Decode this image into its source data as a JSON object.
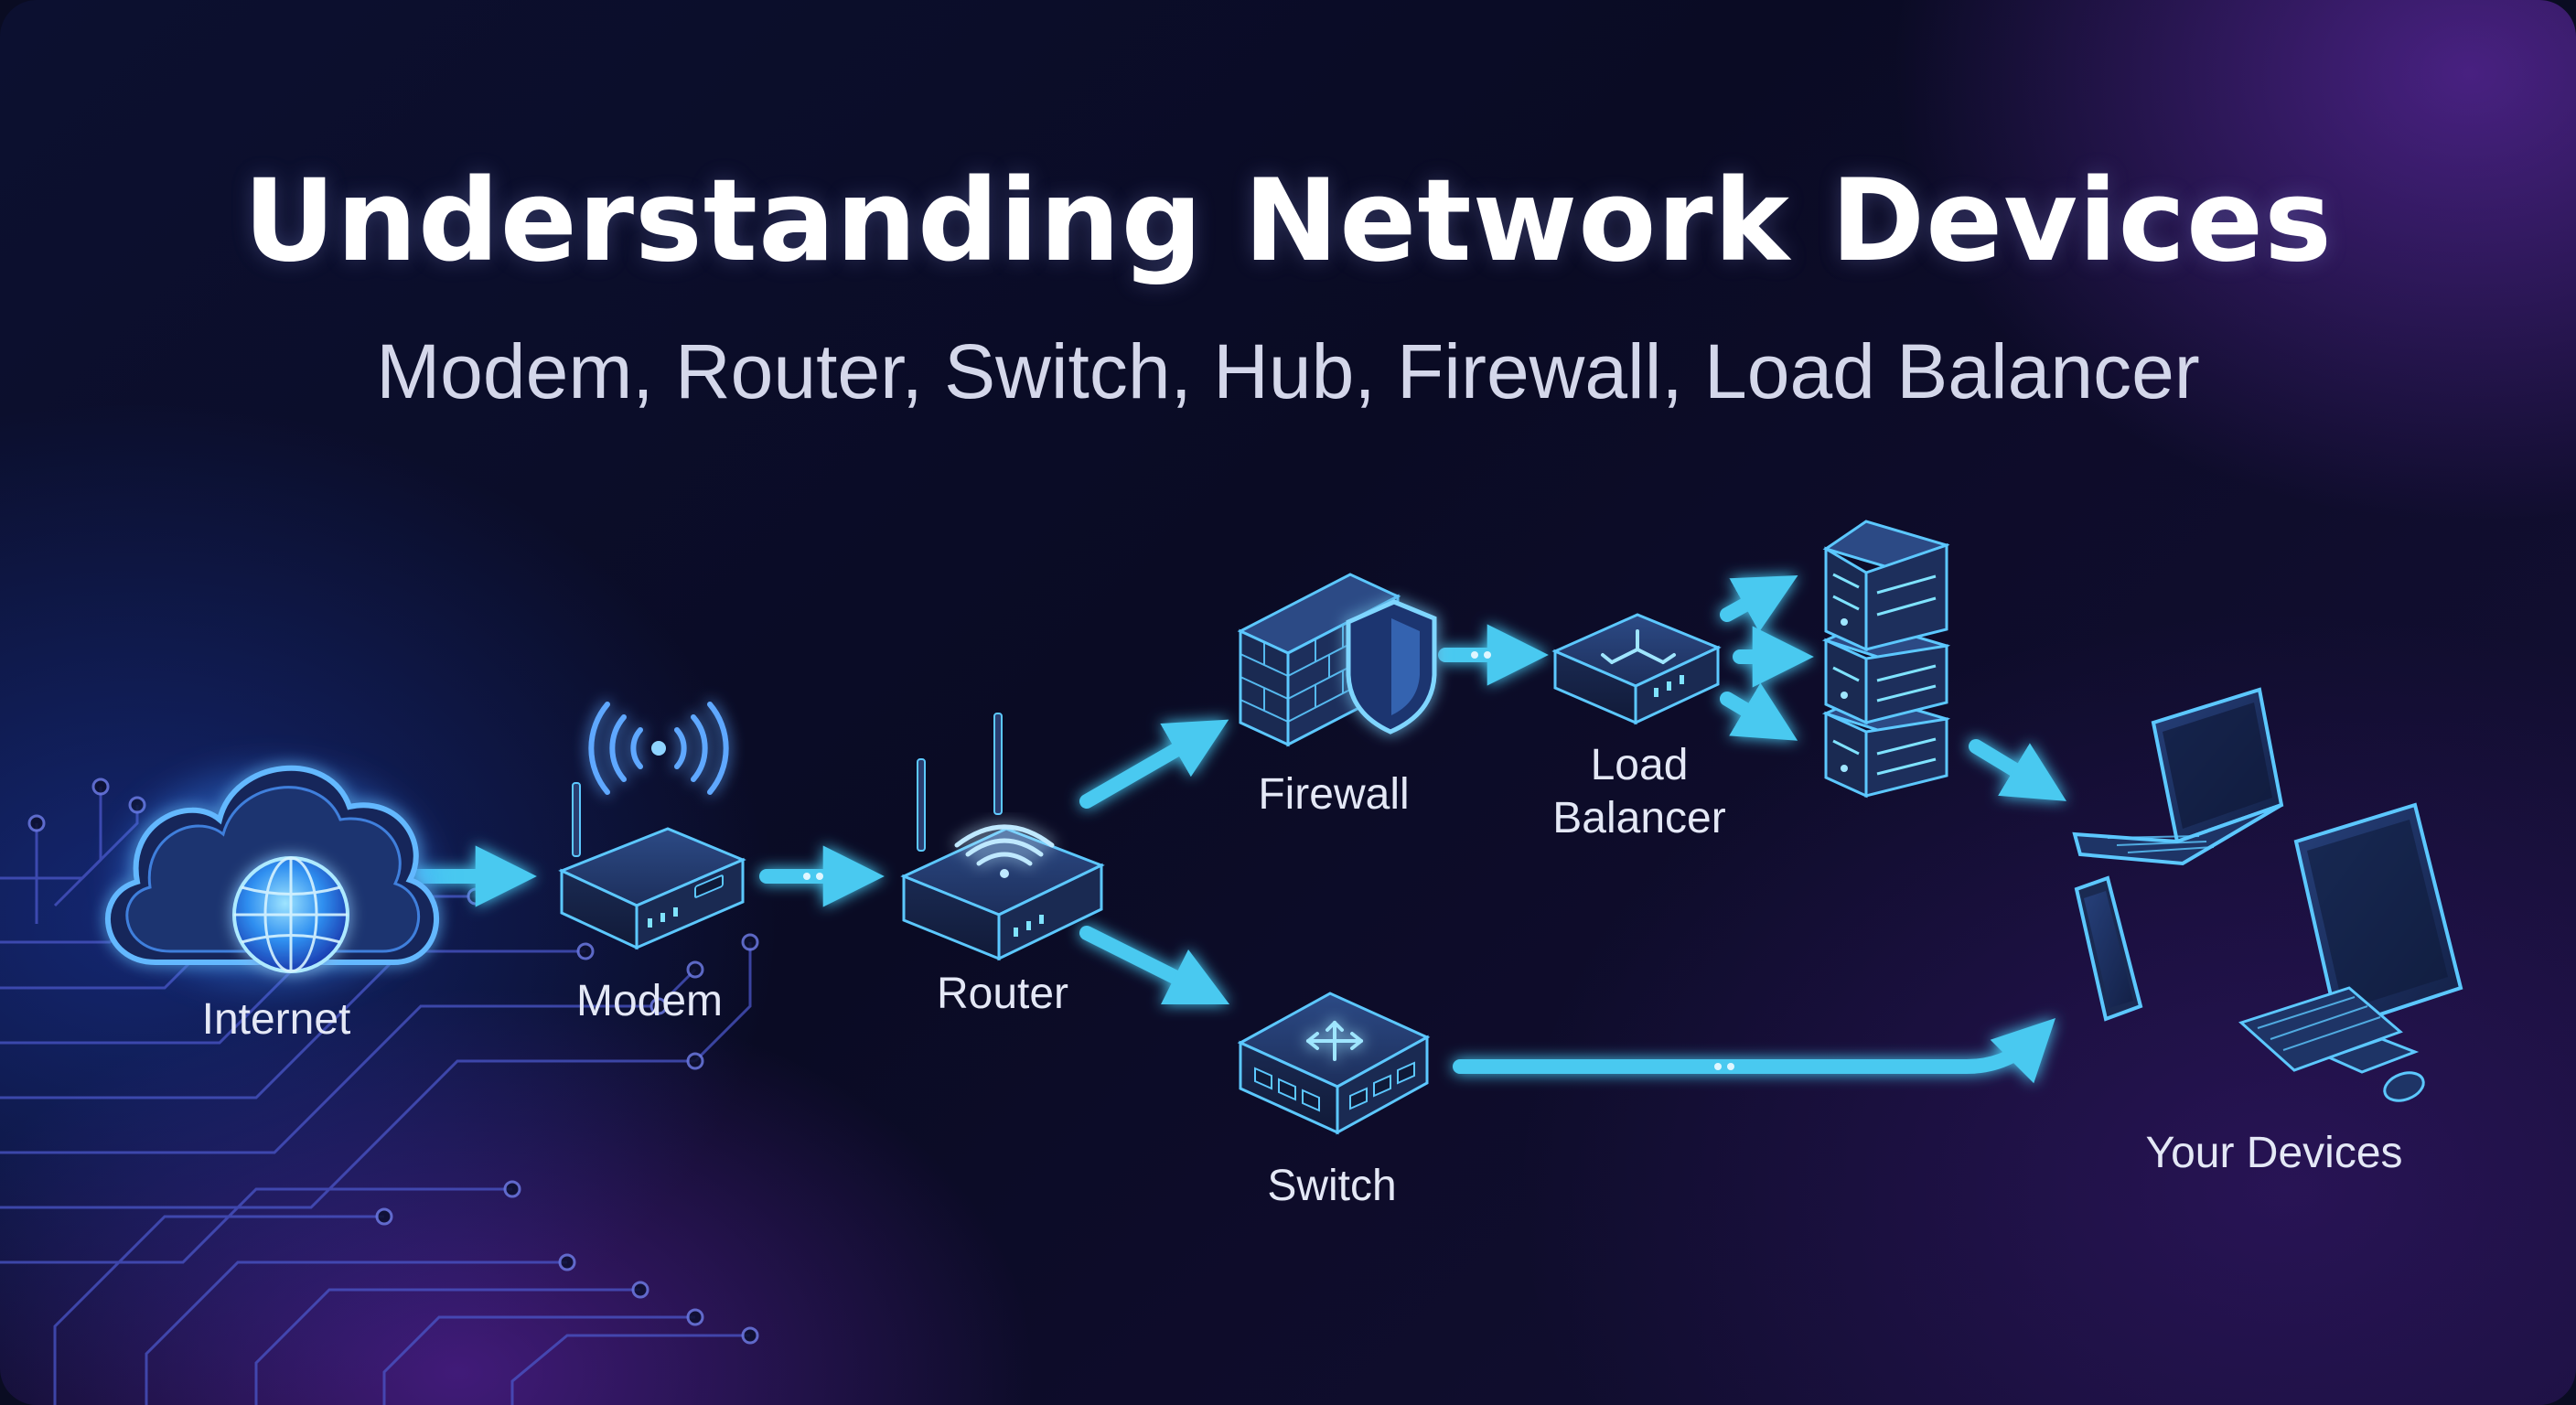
{
  "header": {
    "title": "Understanding Network Devices",
    "subtitle": "Modem, Router, Switch, Hub, Firewall, Load Balancer"
  },
  "nodes": {
    "internet": {
      "label": "Internet",
      "icon": "cloud-globe-icon"
    },
    "modem": {
      "label": "Modem",
      "icon": "modem-icon"
    },
    "router": {
      "label": "Router",
      "icon": "router-icon"
    },
    "firewall": {
      "label": "Firewall",
      "icon": "firewall-shield-icon"
    },
    "load_balancer": {
      "label": "Load\nBalancer",
      "icon": "load-balancer-icon"
    },
    "servers": {
      "icon": "server-stack-icon"
    },
    "switch": {
      "label": "Switch",
      "icon": "switch-icon"
    },
    "devices": {
      "label": "Your Devices",
      "icon": "devices-icon"
    }
  },
  "colors": {
    "background": "#0a0c22",
    "device_fill": "#1a2a52",
    "device_edge": "#5cc8ff",
    "arrow": "#48c9f0",
    "glow": "#6ad4ff",
    "circuit": "#4a56c8"
  }
}
